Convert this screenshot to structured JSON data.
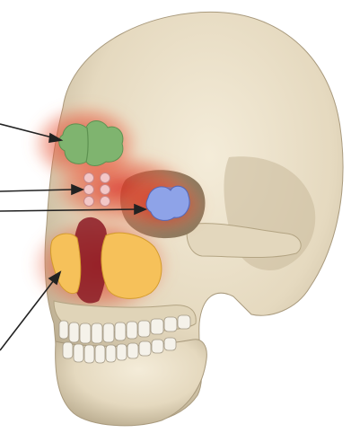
{
  "figure": {
    "subject": "skull-paranasal-sinuses",
    "colors": {
      "background": "#ffffff",
      "bone": "#e9dfc9",
      "bone_shadow": "#b9ab8e",
      "frontal_sinus": "#7fb46f",
      "ethmoid_sinus": "#f3c7c7",
      "sphenoid_sinus": "#8ea3e8",
      "maxillary_sinus": "#f6c15a",
      "glow": "#e53b2a",
      "leader_line": "#222222"
    },
    "callouts": [
      {
        "id": "frontal-sinus-callout",
        "points_to": "frontal-sinus"
      },
      {
        "id": "ethmoid-sinus-callout",
        "points_to": "ethmoid-sinus"
      },
      {
        "id": "sphenoid-sinus-callout",
        "points_to": "sphenoid-sinus"
      },
      {
        "id": "maxillary-sinus-callout",
        "points_to": "maxillary-sinus"
      }
    ]
  }
}
